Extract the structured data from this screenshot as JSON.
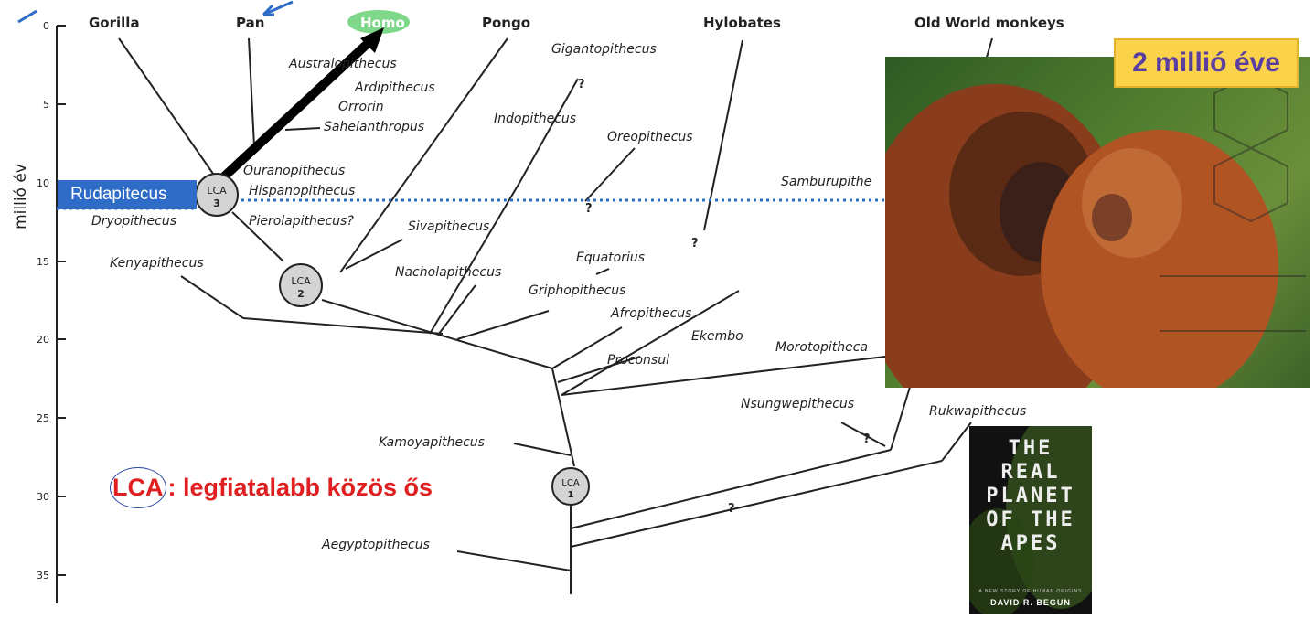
{
  "axis": {
    "label": "millió év",
    "ticks": [
      "0",
      "5",
      "10",
      "15",
      "20",
      "25",
      "30",
      "35"
    ]
  },
  "top_genera": [
    "Gorilla",
    "Pan",
    "Homo",
    "Pongo",
    "Hylobates",
    "Old World monkeys"
  ],
  "taxa": [
    "Gigantopithecus",
    "Australopithecus",
    "Ardipithecus",
    "Orrorin",
    "Sahelanthropus",
    "Indopithecus",
    "Oreopithecus",
    "Ouranopithecus",
    "Hispanopithecus",
    "Samburupithe",
    "Dryopithecus",
    "Pierolapithecus?",
    "Sivapithecus",
    "Equatorius",
    "Kenyapithecus",
    "Nacholapithecus",
    "Griphopithecus",
    "Afropithecus",
    "Ekembo",
    "Proconsul",
    "Morotopitheca",
    "Nsungwepithecus",
    "Rukwapithecus",
    "Kamoyapithecus",
    "Aegyptopithecus"
  ],
  "nodes": [
    {
      "label": "LCA",
      "num": "3"
    },
    {
      "label": "LCA",
      "num": "2"
    },
    {
      "label": "LCA",
      "num": "1"
    }
  ],
  "rudapitecus_label": "Rudapitecus",
  "photo_badge": "2 millió éve",
  "lca_note": {
    "abbr": "LCA",
    "rest": ": legfiatalabb közös ős"
  },
  "book": {
    "title_lines": [
      "THE",
      "REAL",
      "PLANET",
      "OF THE",
      "APES"
    ],
    "subtitle": "A NEW STORY OF HUMAN ORIGINS",
    "author": "DAVID R. BEGUN"
  },
  "colors": {
    "accent_blue": "#2f6cc7",
    "homo_green": "#7fd88a",
    "note_red": "#e02020",
    "badge_yellow": "#fbd34a"
  }
}
